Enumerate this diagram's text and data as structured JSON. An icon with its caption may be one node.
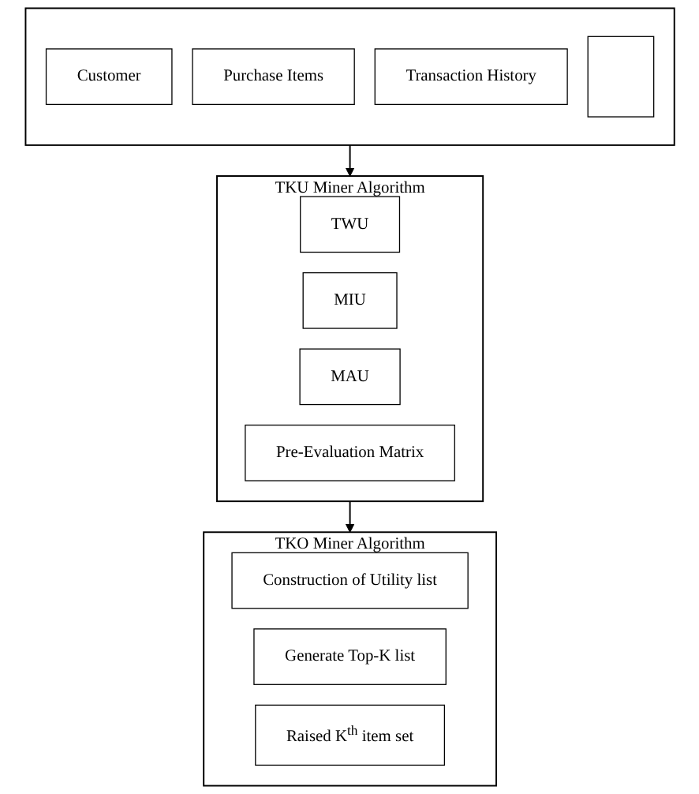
{
  "diagram": {
    "nodes": [
      {
        "text": [],
        "shape": "box"
      },
      {
        "text": [
          "Customer"
        ],
        "in": 0
      },
      {
        "text": [
          "Purchase Items"
        ],
        "in": 0
      },
      {
        "text": [
          "Transaction History"
        ],
        "in": 0
      },
      {
        "text": [],
        "shape": "box",
        "in": 0
      },
      {
        "text": [
          "TKU Miner Algorithm"
        ]
      },
      {
        "text": [
          "TWU"
        ],
        "in": 5
      },
      {
        "text": [
          "MIU"
        ],
        "in": 5
      },
      {
        "text": [
          "MAU"
        ],
        "in": 5
      },
      {
        "text": [
          "Pre-Evaluation Matrix"
        ],
        "in": 5
      },
      {
        "text": [
          "TKO Miner Algorithm"
        ]
      },
      {
        "text": [
          "Construction of Utility list"
        ],
        "in": 10
      },
      {
        "text": [
          "Generate Top-K list"
        ],
        "in": 10
      },
      {
        "text": [
          "Raised K$^{th}$ item set"
        ],
        "in": 10
      }
    ],
    "edges": [
      {
        "from": 0,
        "to": 5,
        "arrow": "to"
      },
      {
        "from": 5,
        "to": 10,
        "arrow": "to"
      }
    ]
  }
}
